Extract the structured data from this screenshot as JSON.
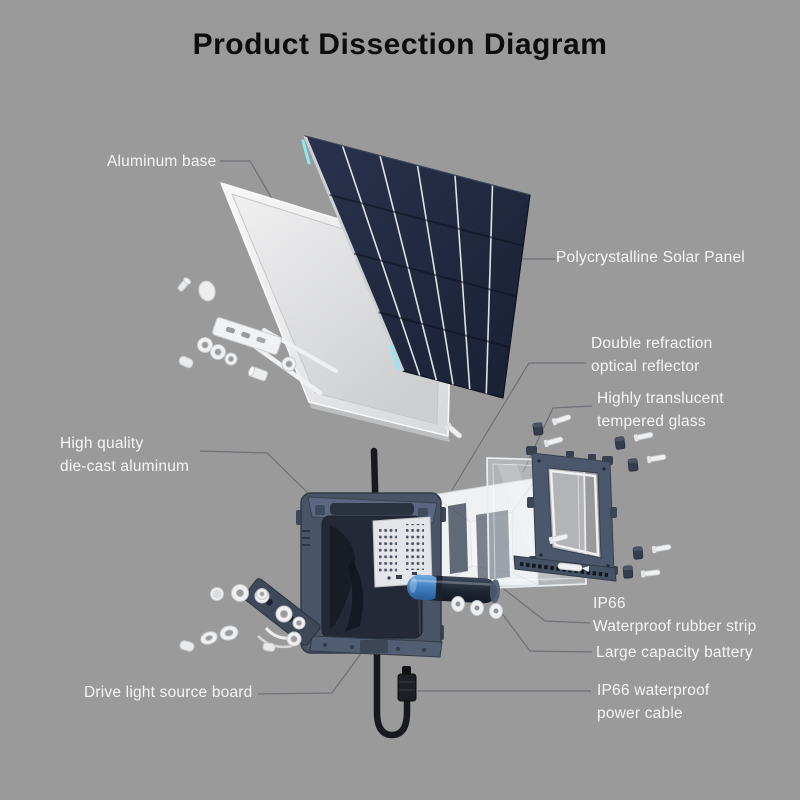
{
  "title": "Product Dissection Diagram",
  "labels": {
    "aluminum_base": "Aluminum base",
    "solar_panel": "Polycrystalline Solar Panel",
    "optical_reflector": "Double refraction\noptical reflector",
    "tempered_glass": "Highly translucent\ntempered glass",
    "die_cast_aluminum": "High quality\ndie-cast aluminum",
    "rubber_strip": "IP66\nWaterproof rubber strip",
    "battery": "Large capacity battery",
    "light_source_board": "Drive light source board",
    "power_cable": "IP66 waterproof\npower cable"
  },
  "colors": {
    "background": "#9a9a9a",
    "title_text": "#0d0d0d",
    "label_text": "#f4f5f6",
    "leader_line": "#6e7076",
    "solar_panel_navy": "#232b44",
    "panel_accent_cyan": "#8ee9f6",
    "aluminum_plate": "#ececee",
    "housing_slate": "#4a5467",
    "frame_slate": "#4b576c",
    "battery_blue": "#3f7fc1",
    "cable_black": "#17191d"
  }
}
